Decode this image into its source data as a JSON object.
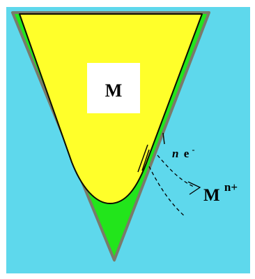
{
  "diagram": {
    "metal_label": "M",
    "electron_prefix": "n",
    "electron_symbol": "e",
    "electron_charge": "-",
    "ion_symbol": "M",
    "ion_charge": "n+"
  },
  "colors": {
    "background": "#5ED8EC",
    "metal_fill": "#FFFF2A",
    "metal_edge": "#0B0B00",
    "corrosion_fill": "#22E51B",
    "outline": "#7A7A6A",
    "label_box": "#FFFFFF",
    "text": "#000000"
  }
}
